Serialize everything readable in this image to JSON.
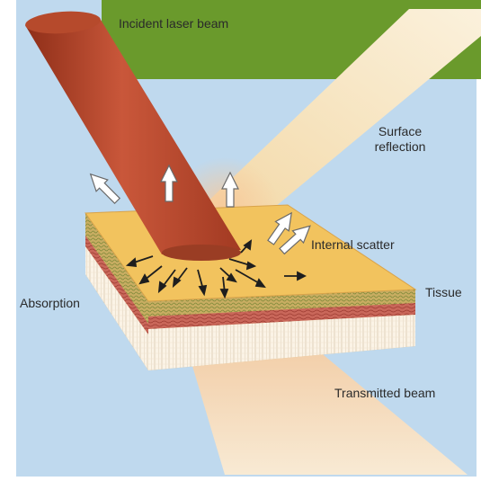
{
  "labels": {
    "incident": "Incident laser beam",
    "surface_line1": "Surface",
    "surface_line2": "reflection",
    "internal": "Internal scatter",
    "tissue": "Tissue",
    "absorption": "Absorption",
    "transmitted": "Transmitted beam"
  },
  "colors": {
    "frame_green": "#6a9a2c",
    "sky_blue": "#bfd9ee",
    "laser_beam": "#b9472a",
    "reflection_beam": "#f7e6bf",
    "transmitted_beam": "#f3dcb8",
    "tissue_top": "#f2c35e",
    "tissue_layer_red": "#c25a4c",
    "tissue_layer_fat": "#fbf3e6",
    "arrow_fill": "#ffffff"
  }
}
